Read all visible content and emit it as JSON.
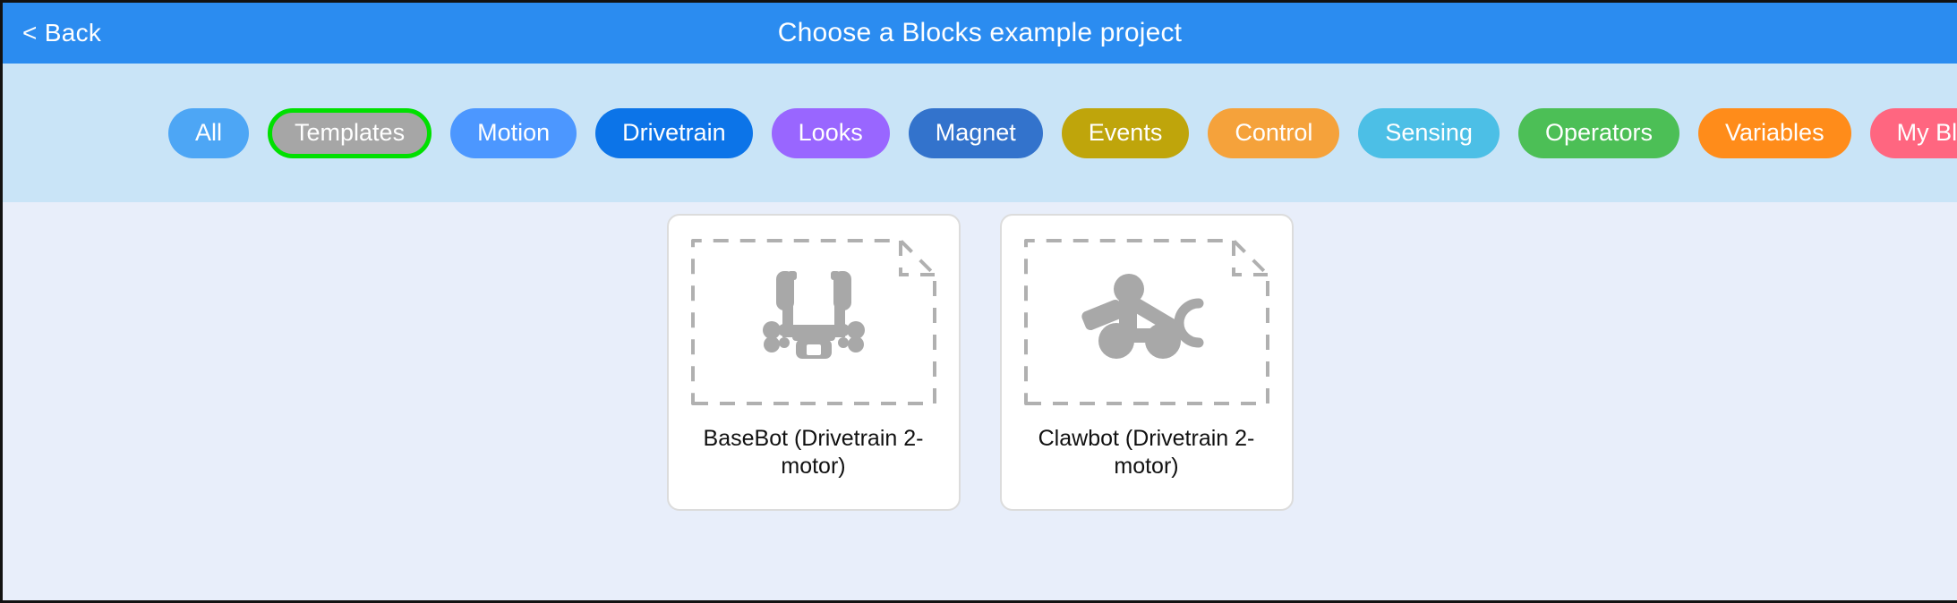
{
  "header": {
    "back_label": "< Back",
    "title": "Choose a Blocks example project",
    "background": "#2b8cf0",
    "text_color": "#ffffff"
  },
  "category_bar": {
    "background": "#c9e4f7",
    "selected_outline_color": "#00e000",
    "selected": "Templates",
    "pills": [
      {
        "label": "All",
        "color": "#4da6f5"
      },
      {
        "label": "Templates",
        "color": "#a6a6a6",
        "selected": true
      },
      {
        "label": "Motion",
        "color": "#4c97ff"
      },
      {
        "label": "Drivetrain",
        "color": "#0c74e8"
      },
      {
        "label": "Looks",
        "color": "#9966ff"
      },
      {
        "label": "Magnet",
        "color": "#3373cc"
      },
      {
        "label": "Events",
        "color": "#bfa50b"
      },
      {
        "label": "Control",
        "color": "#f5a23b"
      },
      {
        "label": "Sensing",
        "color": "#4cbfe6"
      },
      {
        "label": "Operators",
        "color": "#4cbf56"
      },
      {
        "label": "Variables",
        "color": "#ff8c1a"
      },
      {
        "label": "My Blocks",
        "color": "#ff6680"
      }
    ]
  },
  "main": {
    "background": "#e8eefa",
    "cards": [
      {
        "title": "BaseBot (Drivetrain 2-motor)",
        "icon": "basebot-robot-icon",
        "icon_color": "#a8a8a8"
      },
      {
        "title": "Clawbot (Drivetrain 2-motor)",
        "icon": "clawbot-robot-icon",
        "icon_color": "#a8a8a8"
      }
    ]
  }
}
